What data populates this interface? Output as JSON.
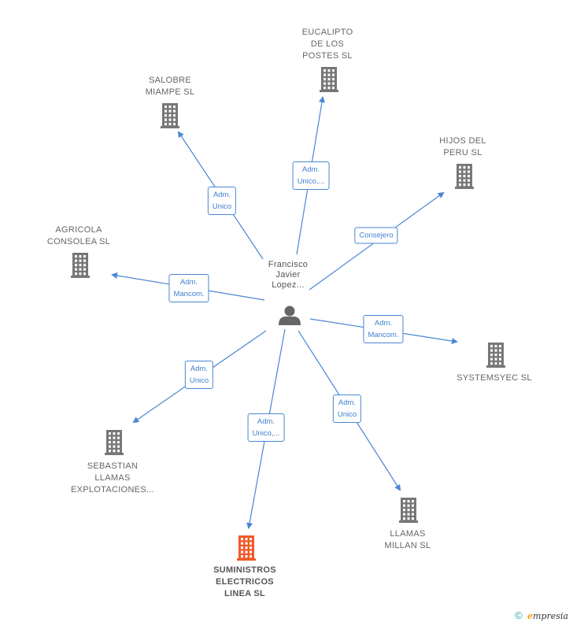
{
  "center": {
    "label_lines": [
      "Francisco",
      "Javier",
      "Lopez..."
    ],
    "icon": "person-icon"
  },
  "colors": {
    "edge": "#4a86d4",
    "company": "#777777",
    "highlight": "#f05a28",
    "person": "#666666"
  },
  "nodes": [
    {
      "id": "eucalipto",
      "lines": [
        "EUCALIPTO",
        "DE LOS",
        "POSTES  SL"
      ],
      "role_lines": [
        "Adm.",
        "Unico,..."
      ]
    },
    {
      "id": "salobre",
      "lines": [
        "SALOBRE",
        "MIAMPE  SL"
      ],
      "role_lines": [
        "Adm.",
        "Unico"
      ]
    },
    {
      "id": "hijos",
      "lines": [
        "HIJOS DEL",
        "PERU  SL"
      ],
      "role_lines": [
        "Consejero"
      ]
    },
    {
      "id": "agricola",
      "lines": [
        "AGRICOLA",
        "CONSOLEA  SL"
      ],
      "role_lines": [
        "Adm.",
        "Mancom."
      ]
    },
    {
      "id": "systemsyec",
      "lines": [
        "SYSTEMSYEC SL"
      ],
      "role_lines": [
        "Adm.",
        "Mancom."
      ]
    },
    {
      "id": "sebastian",
      "lines": [
        "SEBASTIAN",
        "LLAMAS",
        "EXPLOTACIONES..."
      ],
      "role_lines": [
        "Adm.",
        "Unico"
      ]
    },
    {
      "id": "suministros",
      "lines": [
        "SUMINISTROS",
        "ELECTRICOS",
        "LINEA  SL"
      ],
      "role_lines": [
        "Adm.",
        "Unico,..."
      ],
      "highlight": true
    },
    {
      "id": "llamas",
      "lines": [
        "LLAMAS",
        "MILLAN  SL"
      ],
      "role_lines": [
        "Adm.",
        "Unico"
      ]
    }
  ],
  "footer": {
    "copyright": "©",
    "brand_initial": "e",
    "brand_rest": "mpresia"
  }
}
